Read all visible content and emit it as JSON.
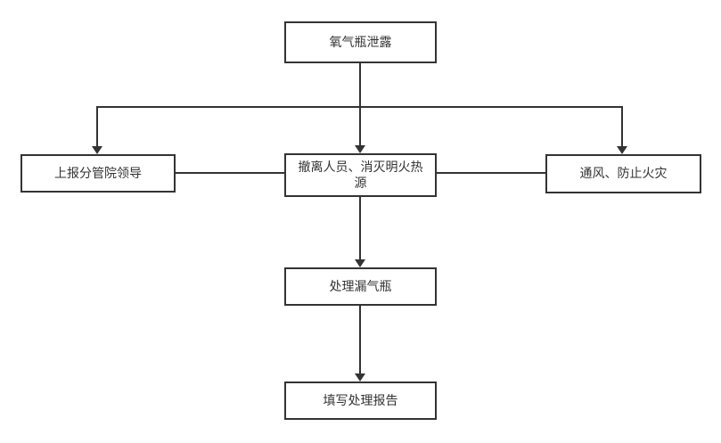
{
  "diagram_type": "flowchart",
  "colors": {
    "line": "#333333",
    "border": "#333333",
    "text": "#333333",
    "background": "#ffffff"
  },
  "nodes": [
    {
      "id": "start",
      "label": "氧气瓶泄露"
    },
    {
      "id": "report",
      "label": "上报分管院领导"
    },
    {
      "id": "evacuate",
      "label": "撤离人员、消灭明火热源"
    },
    {
      "id": "ventilate",
      "label": "通风、防止火灾"
    },
    {
      "id": "handle",
      "label": "处理漏气瓶"
    },
    {
      "id": "form",
      "label": "填写处理报告"
    }
  ],
  "edges": [
    {
      "from": "start",
      "to": "report",
      "type": "arrow"
    },
    {
      "from": "start",
      "to": "evacuate",
      "type": "arrow"
    },
    {
      "from": "start",
      "to": "ventilate",
      "type": "arrow"
    },
    {
      "from": "report",
      "to": "evacuate",
      "type": "line"
    },
    {
      "from": "evacuate",
      "to": "ventilate",
      "type": "line"
    },
    {
      "from": "evacuate",
      "to": "handle",
      "type": "arrow"
    },
    {
      "from": "handle",
      "to": "form",
      "type": "arrow"
    }
  ]
}
